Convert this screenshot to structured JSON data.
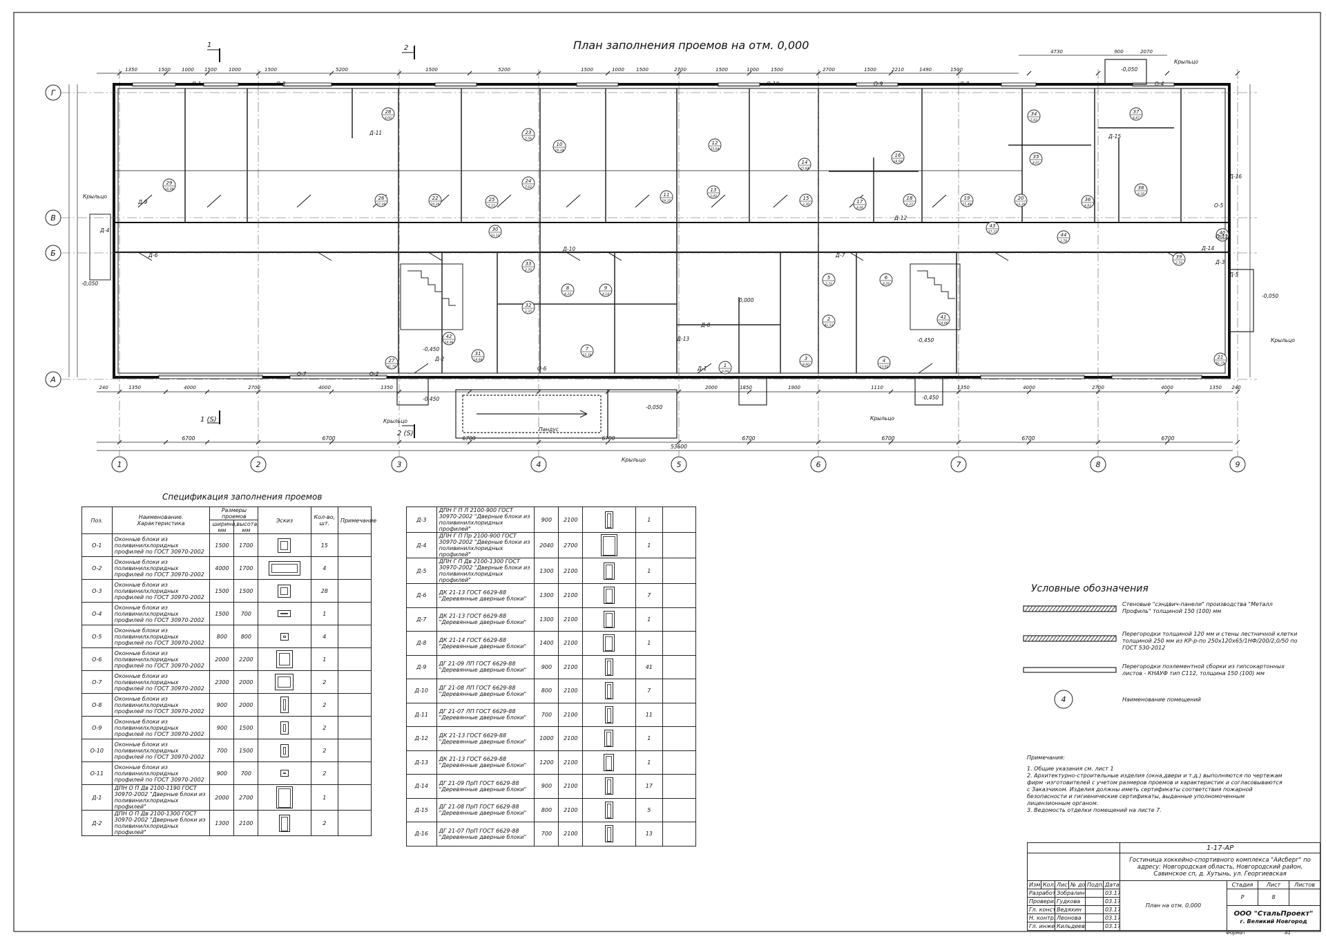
{
  "plan": {
    "title": "План заполнения проемов на отм. 0,000",
    "axes_h": [
      "1",
      "2",
      "3",
      "4",
      "5",
      "6",
      "7",
      "8",
      "9"
    ],
    "axes_v": [
      "Г",
      "В",
      "Б",
      "А"
    ],
    "section_marks": [
      "1",
      "2",
      "1 (S)",
      "2 (S)"
    ],
    "overall_dim": "53600",
    "span_dims": [
      "6700",
      "6700",
      "6700",
      "6700",
      "6700",
      "6700",
      "6700",
      "6700"
    ],
    "porch_label": "Крыльцо",
    "ramp_label": "Пандус",
    "levels": [
      "-0,050",
      "-0,450",
      "0,000"
    ],
    "top_dims": [
      "1350",
      "1500",
      "1000",
      "1500",
      "1000",
      "1500",
      "5200",
      "1500",
      "5200",
      "1500",
      "1000",
      "1500",
      "2700",
      "1500",
      "1000",
      "1500",
      "2700",
      "1500",
      "2210",
      "1490",
      "1500",
      "4730",
      "900",
      "2070"
    ],
    "bottom_dims": [
      "240",
      "1350",
      "4000",
      "2700",
      "4000",
      "1350",
      "2000",
      "1850",
      "1900",
      "1110",
      "1350",
      "4000",
      "2700",
      "4000",
      "1350",
      "240"
    ],
    "rooms": [
      "1",
      "2",
      "3",
      "4",
      "5",
      "6",
      "7",
      "8",
      "9",
      "10",
      "11",
      "12",
      "13",
      "14",
      "15",
      "16",
      "17",
      "18",
      "19",
      "20",
      "21",
      "22",
      "23",
      "24",
      "25",
      "26",
      "27",
      "28",
      "29",
      "30",
      "31",
      "32",
      "33",
      "34",
      "35",
      "36",
      "37",
      "38",
      "39",
      "40",
      "41",
      "42",
      "43",
      "44"
    ],
    "room_areas": [
      "6,09",
      "41,51",
      "8,80",
      "13,82",
      "3,31",
      "8,29",
      "12,30",
      "4,35",
      "4,14",
      "19,34",
      "19,25",
      "15,64",
      "3,00",
      "15,64",
      "3,30",
      "18,68",
      "4,66",
      "6,27",
      "15,49",
      "13,38",
      "81,75",
      "19,26",
      "5,56",
      "7,62",
      "5,15",
      "57,09",
      "81,70",
      "4,00",
      "16,08",
      "33,13",
      "14,84",
      "3,35",
      "2,70",
      "5,62",
      "4,05",
      "4,83",
      "8,87",
      "8,16",
      "2,79",
      "29,30",
      "14,96",
      "14,96",
      "37,37",
      "3,78"
    ],
    "opening_marks": [
      "О-1",
      "О-2",
      "О-3",
      "О-4",
      "О-5",
      "О-6",
      "О-7",
      "О-8",
      "О-9",
      "О-10",
      "О-11",
      "Д-1",
      "Д-2",
      "Д-3",
      "Д-4",
      "Д-5",
      "Д-6",
      "Д-7",
      "Д-8",
      "Д-9",
      "Д-10",
      "Д-11",
      "Д-12",
      "Д-13",
      "Д-14",
      "Д-15",
      "Д-16"
    ]
  },
  "spec": {
    "title": "Спецификация заполнения проемов",
    "headers": {
      "pos": "Поз.",
      "name": "Наименование. Характеристика",
      "dims": "Размеры проемов",
      "width": "ширина, мм",
      "height": "высота, мм",
      "sketch": "Эскиз",
      "qty": "Кол-во, шт.",
      "note": "Примечание"
    },
    "rows_left": [
      {
        "pos": "О-1",
        "name": "Оконные блоки из поливинилхлоридных профилей по ГОСТ 30970-2002",
        "w": "1500",
        "h": "1700",
        "qty": "15"
      },
      {
        "pos": "О-2",
        "name": "Оконные блоки из поливинилхлоридных профилей по ГОСТ 30970-2002",
        "w": "4000",
        "h": "1700",
        "qty": "4"
      },
      {
        "pos": "О-3",
        "name": "Оконные блоки из поливинилхлоридных профилей по ГОСТ 30970-2002",
        "w": "1500",
        "h": "1500",
        "qty": "28"
      },
      {
        "pos": "О-4",
        "name": "Оконные блоки из поливинилхлоридных профилей по ГОСТ 30970-2002",
        "w": "1500",
        "h": "700",
        "qty": "1"
      },
      {
        "pos": "О-5",
        "name": "Оконные блоки из поливинилхлоридных профилей по ГОСТ 30970-2002",
        "w": "800",
        "h": "800",
        "qty": "4"
      },
      {
        "pos": "О-6",
        "name": "Оконные блоки из поливинилхлоридных профилей по ГОСТ 30970-2002",
        "w": "2000",
        "h": "2200",
        "qty": "1"
      },
      {
        "pos": "О-7",
        "name": "Оконные блоки из поливинилхлоридных профилей по ГОСТ 30970-2002",
        "w": "2300",
        "h": "2000",
        "qty": "2"
      },
      {
        "pos": "О-8",
        "name": "Оконные блоки из поливинилхлоридных профилей по ГОСТ 30970-2002",
        "w": "900",
        "h": "2000",
        "qty": "2"
      },
      {
        "pos": "О-9",
        "name": "Оконные блоки из поливинилхлоридных профилей по ГОСТ 30970-2002",
        "w": "900",
        "h": "1500",
        "qty": "2"
      },
      {
        "pos": "О-10",
        "name": "Оконные блоки из поливинилхлоридных профилей по ГОСТ 30970-2002",
        "w": "700",
        "h": "1500",
        "qty": "2"
      },
      {
        "pos": "О-11",
        "name": "Оконные блоки из поливинилхлоридных профилей по ГОСТ 30970-2002",
        "w": "900",
        "h": "700",
        "qty": "2"
      },
      {
        "pos": "Д-1",
        "name": "ДПН О П Дв 2100-1190 ГОСТ 30970-2002 \"Дверные блоки из поливинилхлоридных профилей\"",
        "w": "2000",
        "h": "2700",
        "qty": "1"
      },
      {
        "pos": "Д-2",
        "name": "ДПН О П Дв 2100-1300 ГОСТ 30970-2002 \"Дверные блоки из поливинилхлоридных профилей\"",
        "w": "1300",
        "h": "2100",
        "qty": "2"
      }
    ],
    "rows_right": [
      {
        "pos": "Д-3",
        "name": "ДПН Г П Л 2100-900 ГОСТ 30970-2002 \"Дверные блоки из поливинилхлоридных профилей\"",
        "w": "900",
        "h": "2100",
        "qty": "1"
      },
      {
        "pos": "Д-4",
        "name": "ДПН Г П Пр 2100-900 ГОСТ 30970-2002 \"Дверные блоки из поливинилхлоридных профилей\"",
        "w": "2040",
        "h": "2700",
        "qty": "1"
      },
      {
        "pos": "Д-5",
        "name": "ДПН Г П Дв 2100-1300 ГОСТ 30970-2002 \"Дверные блоки из поливинилхлоридных профилей\"",
        "w": "1300",
        "h": "2100",
        "qty": "1"
      },
      {
        "pos": "Д-6",
        "name": "ДК 21-13 ГОСТ 6629-88 \"Деревянные дверные блоки\"",
        "w": "1300",
        "h": "2100",
        "qty": "7"
      },
      {
        "pos": "Д-7",
        "name": "ДК 21-13 ГОСТ 6629-88 \"Деревянные дверные блоки\"",
        "w": "1300",
        "h": "2100",
        "qty": "1"
      },
      {
        "pos": "Д-8",
        "name": "ДК 21-14 ГОСТ 6629-88 \"Деревянные дверные блоки\"",
        "w": "1400",
        "h": "2100",
        "qty": "1"
      },
      {
        "pos": "Д-9",
        "name": "ДГ 21-09 ЛП ГОСТ 6629-88 \"Деревянные дверные блоки\"",
        "w": "900",
        "h": "2100",
        "qty": "41"
      },
      {
        "pos": "Д-10",
        "name": "ДГ 21-08 ЛП ГОСТ 6629-88 \"Деревянные дверные блоки\"",
        "w": "800",
        "h": "2100",
        "qty": "7"
      },
      {
        "pos": "Д-11",
        "name": "ДГ 21-07 ЛП ГОСТ 6629-88 \"Деревянные дверные блоки\"",
        "w": "700",
        "h": "2100",
        "qty": "11"
      },
      {
        "pos": "Д-12",
        "name": "ДК 21-13 ГОСТ 6629-88 \"Деревянные дверные блоки\"",
        "w": "1000",
        "h": "2100",
        "qty": "1"
      },
      {
        "pos": "Д-13",
        "name": "ДК 21-13 ГОСТ 6629-88 \"Деревянные дверные блоки\"",
        "w": "1200",
        "h": "2100",
        "qty": "1"
      },
      {
        "pos": "Д-14",
        "name": "ДГ 21-09 ПрП ГОСТ 6629-88 \"Деревянные дверные блоки\"",
        "w": "900",
        "h": "2100",
        "qty": "17"
      },
      {
        "pos": "Д-15",
        "name": "ДГ 21-08 ПрП ГОСТ 6629-88 \"Деревянные дверные блоки\"",
        "w": "800",
        "h": "2100",
        "qty": "5"
      },
      {
        "pos": "Д-16",
        "name": "ДГ 21-07 ПрП ГОСТ 6629-88 \"Деревянные дверные блоки\"",
        "w": "700",
        "h": "2100",
        "qty": "13"
      }
    ]
  },
  "legend": {
    "title": "Условные обозначения",
    "item1": "Стеновые \"сэндвич-панели\" производства \"Металл Профиль\" толщиной 150 (100) мм",
    "item2": "Перегородки толщиной 120 мм и стены лестничной клетки толщиной 250 мм из КР-р-по 250х120х65/1НФ/200/2,0/50 по ГОСТ 530-2012",
    "item3": "Перегородки поэлементной сборки из гипсокартонных листов - КНАУФ тип С112, толщина 150 (100) мм",
    "item4_mark": "4",
    "item4": "Наименование помещений"
  },
  "notes": {
    "title": "Примечания:",
    "n1": "1. Общие указания см. лист 1",
    "n2": "2. Архитектурно-строительные изделия (окна,двери и т.д.) выполняются по чертежам фирм -изготовителей с учетом размеров проемов и характеристик и согласовываются с Заказчиком. Изделия должны иметь сертификаты соответствия пожарной безопасности и гигиенические сертификаты, выданные уполномоченным лицензионным органом.",
    "n3": "3. Ведомость отделки помещений на листе 7."
  },
  "stamp": {
    "code": "1-17-АР",
    "project": "Гостиница хоккейно-спортивного комплекса \"Айсберг\" по адресу: Новгородская область, Новгородский район, Савинское сп, д. Хутынь, ул. Георгиевская",
    "col_izm": "Изм.",
    "col_kol": "Кол.уч",
    "col_list": "Лист",
    "col_ndok": "№ док.",
    "col_podp": "Подп.",
    "col_data": "Дата",
    "r1_role": "Разработал",
    "r1_name": "Зобралин",
    "r1_date": "03.17",
    "r2_role": "Проверил",
    "r2_name": "Гудкова",
    "r2_date": "03.17",
    "r3_role": "Гл. констр.",
    "r3_name": "Ведяхин",
    "r3_date": "03.17",
    "r4_role": "Н. контр.",
    "r4_name": "Леонова",
    "r4_date": "03.17",
    "r5_role": "Гл. инженер",
    "r5_name": "Кильдеев",
    "r5_date": "03.17",
    "sheet_title": "План на отм. 0,000",
    "stage_h": "Стадия",
    "list_h": "Лист",
    "lists_h": "Листов",
    "stage": "Р",
    "list": "8",
    "company": "ООО \"СтальПроект\"",
    "city": "г. Великий Новгород",
    "format_label": "Формат",
    "format": "А1"
  }
}
